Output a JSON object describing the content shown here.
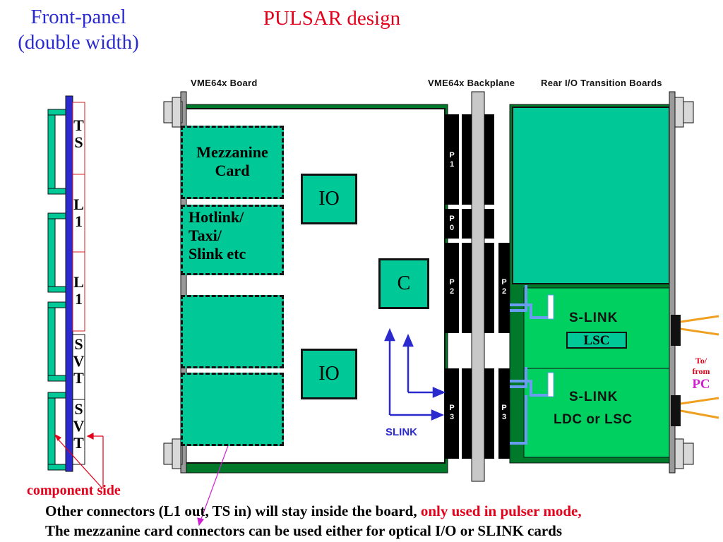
{
  "titles": {
    "front_panel_line1": "Front-panel",
    "front_panel_line2": "(double width)",
    "main": "PULSAR  design"
  },
  "headers": {
    "vme_board": "VME64x Board",
    "backplane": "VME64x Backplane",
    "rear_io": "Rear I/O Transition Boards"
  },
  "front_panel": {
    "slots": [
      {
        "letters": [
          "T",
          "S"
        ]
      },
      {
        "letters": [
          "L",
          "1"
        ]
      },
      {
        "letters": [
          "L",
          "1"
        ]
      },
      {
        "letters": [
          "S",
          "V",
          "T"
        ]
      },
      {
        "letters": [
          "S",
          "V",
          "T"
        ]
      }
    ],
    "component_side_label": "component side"
  },
  "board": {
    "mezzanine_1": {
      "line1": "Mezzanine",
      "line2": "Card"
    },
    "mezzanine_2": {
      "line1": "Hotlink/",
      "line2": "Taxi/",
      "line3": "Slink etc"
    },
    "chip_io_top": "IO",
    "chip_c": "C",
    "chip_io_bottom": "IO",
    "slink_label": "SLINK"
  },
  "connectors": {
    "left": [
      {
        "name": "P 1",
        "c1": "P",
        "c2": "1"
      },
      {
        "name": "P 0",
        "c1": "P",
        "c2": "0"
      },
      {
        "name": "P 2",
        "c1": "P",
        "c2": "2"
      },
      {
        "name": "P 3",
        "c1": "P",
        "c2": "3"
      }
    ],
    "right": [
      {
        "c1": "P",
        "c2": "2"
      },
      {
        "c1": "P",
        "c2": "3"
      }
    ]
  },
  "rear": {
    "slink_top_title": "S-LINK",
    "slink_top_sub": "LSC",
    "slink_bottom_title": "S-LINK",
    "slink_bottom_sub": "LDC or LSC",
    "to_from_1": "To/",
    "to_from_2": "from",
    "to_from_pc": "PC"
  },
  "caption": {
    "line1_black": "Other connectors (L1 out, TS in) will stay inside the board, ",
    "line1_red": "only used in pulser mode,",
    "line2": "The mezzanine card connectors can be used either for optical I/O or SLINK cards"
  },
  "colors": {
    "teal": "#00c896",
    "green_board": "#00d060",
    "dark_green": "#007a2a",
    "front_blue": "#2a2acf",
    "red": "#e3001b",
    "backplane_gray": "#c8c8c8",
    "slink_arrow_blue": "#2a2acf"
  }
}
